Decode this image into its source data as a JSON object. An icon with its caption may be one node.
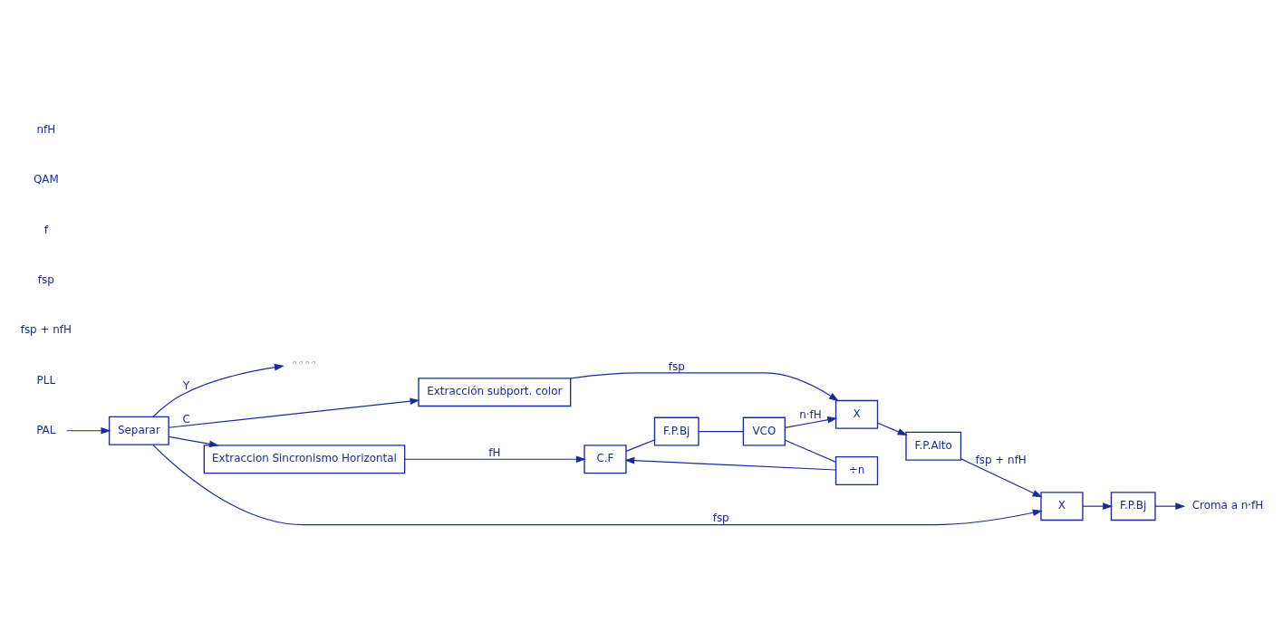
{
  "diagram": {
    "nodes": [
      {
        "text": [
          "PAL"
        ]
      },
      {
        "text": [
          "Separar"
        ]
      },
      {
        "text": [
          "◦◦◦◦"
        ]
      },
      {
        "text": [
          "Extraccion Sincronismo Horizontal"
        ]
      },
      {
        "text": [
          "C.F"
        ]
      },
      {
        "text": [
          "F.P.Bj"
        ]
      },
      {
        "text": [
          "VCO"
        ]
      },
      {
        "text": [
          "÷n"
        ]
      },
      {
        "text": [
          "X"
        ]
      },
      {
        "text": [
          "F.P.Alto"
        ]
      },
      {
        "text": [
          "Extracción subport. color"
        ]
      },
      {
        "text": [
          "X"
        ]
      },
      {
        "text": [
          "F.P.Bj"
        ]
      },
      {
        "text": [
          "Croma a n·fH"
        ]
      }
    ],
    "edges": [
      {
        "from": 0,
        "to": 1,
        "arrow": "to"
      },
      {
        "from": 1,
        "to": 2,
        "arrow": "to",
        "label": "Y"
      },
      {
        "from": 1,
        "to": 3,
        "arrow": "to"
      },
      {
        "from": 1,
        "to": 10,
        "arrow": "to",
        "label": "C"
      },
      {
        "from": 1,
        "to": 11,
        "arrow": "to",
        "label": "fsp"
      },
      {
        "from": 3,
        "to": 4,
        "arrow": "to",
        "label": "fH"
      },
      {
        "from": 4,
        "to": 5,
        "arrow": "none"
      },
      {
        "from": 5,
        "to": 6,
        "arrow": "none"
      },
      {
        "from": 6,
        "to": 7,
        "arrow": "none"
      },
      {
        "from": 7,
        "to": 4,
        "arrow": "to"
      },
      {
        "from": 6,
        "to": 8,
        "arrow": "to",
        "label": "n·fH"
      },
      {
        "from": 10,
        "to": 8,
        "arrow": "to",
        "label": "fsp"
      },
      {
        "from": 8,
        "to": 9,
        "arrow": "to"
      },
      {
        "from": 9,
        "to": 11,
        "arrow": "to",
        "label": "fsp + nfH"
      },
      {
        "from": 11,
        "to": 12,
        "arrow": "to"
      },
      {
        "from": 12,
        "to": 13,
        "arrow": "to"
      }
    ],
    "labels": [
      "PLL",
      "fsp + nfH",
      "fsp",
      "f",
      "QAM",
      "nfH"
    ]
  }
}
